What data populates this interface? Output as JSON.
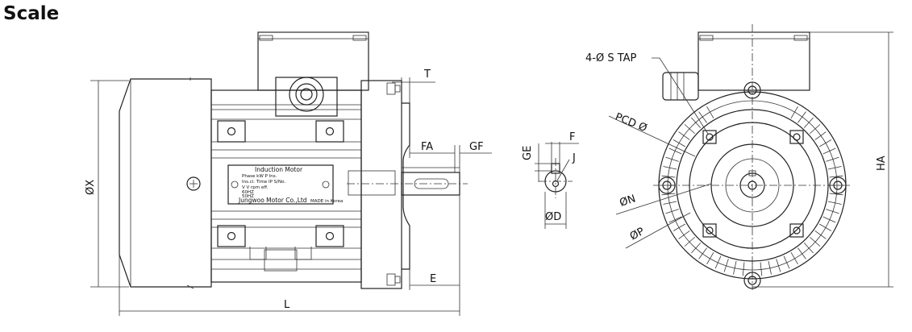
{
  "title": "Scale",
  "labels": {
    "t": "T",
    "fa": "FA",
    "gf": "GF",
    "e": "E",
    "l": "L",
    "ox": "ØX",
    "ge": "GE",
    "f": "F",
    "j": "J",
    "od": "ØD",
    "tap": "4-Ø S TAP",
    "pcd": "PCD Ø",
    "on": "ØN",
    "op": "ØP",
    "ha": "HA"
  },
  "nameplate": {
    "title": "Induction  Motor",
    "row1": "Phase    kW   P Ins.",
    "row2": "Ins.cl.  Time   IP   S/No.",
    "row3": "V    V   rpm  eff.",
    "row4": "60HZ",
    "row5": "50HZ",
    "maker": "Jungwoo Motor Co.,Ltd",
    "origin": "MADE in Korea"
  }
}
